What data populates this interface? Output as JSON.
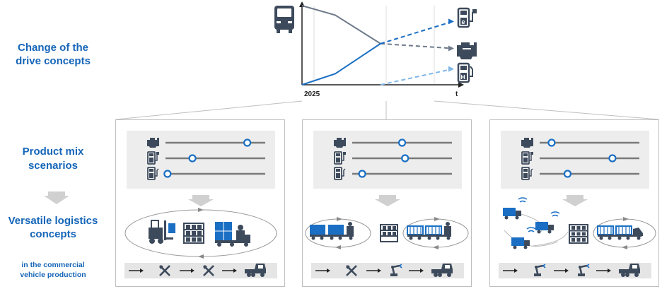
{
  "labels": {
    "change_drive": [
      "Change of the",
      "drive concepts"
    ],
    "product_mix": [
      "Product mix",
      "scenarios"
    ],
    "versatile": [
      "Versatile logistics",
      "concepts"
    ],
    "commercial": [
      "in the commercial",
      "vehicle production"
    ]
  },
  "chart_data": {
    "type": "line",
    "title": "Change of the drive concepts",
    "x_tick_labels": [
      "2025",
      "t"
    ],
    "x": [
      0,
      1,
      2,
      3
    ],
    "series": [
      {
        "name": "combustion-engine",
        "values": [
          100,
          88,
          52,
          46
        ],
        "style": "solid-then-dashed",
        "color": "#6d7a8a"
      },
      {
        "name": "battery-electric",
        "values": [
          0,
          14,
          52,
          80
        ],
        "style": "solid-then-dashed",
        "color": "#1a6fc4"
      },
      {
        "name": "hydrogen",
        "values": [
          null,
          null,
          0,
          20
        ],
        "style": "dashed",
        "color": "#7fb6e6"
      }
    ],
    "ylim": [
      0,
      100
    ],
    "icons": [
      "truck-icon",
      "battery-charger-icon",
      "engine-icon",
      "hydrogen-pump-icon"
    ]
  },
  "scenarios": [
    {
      "sliders": [
        {
          "icon": "engine-icon",
          "value": 0.82
        },
        {
          "icon": "battery-charger-icon",
          "value": 0.27
        },
        {
          "icon": "hydrogen-pump-icon",
          "value": 0.02
        }
      ],
      "logistics": "forklift-shelf-tugger-loop",
      "line_steps": [
        "tool-icon",
        "tool-icon",
        "truck-cab-icon"
      ]
    },
    {
      "sliders": [
        {
          "icon": "engine-icon",
          "value": 0.5
        },
        {
          "icon": "battery-charger-icon",
          "value": 0.53
        },
        {
          "icon": "hydrogen-pump-icon",
          "value": 0.1
        }
      ],
      "logistics": "tugger-shelf-tugger-loop",
      "line_steps": [
        "tool-icon",
        "robot-arm-icon",
        "truck-cab-icon"
      ]
    },
    {
      "sliders": [
        {
          "icon": "engine-icon",
          "value": 0.12
        },
        {
          "icon": "battery-charger-icon",
          "value": 0.73
        },
        {
          "icon": "hydrogen-pump-icon",
          "value": 0.28
        }
      ],
      "logistics": "agv-fleet-shelf-tugger-loop",
      "line_steps": [
        "robot-arm-icon",
        "robot-arm-icon",
        "truck-cab-icon"
      ]
    }
  ],
  "colors": {
    "accent": "#1565b8",
    "blue": "#1a6fc4",
    "grey": "#6d7a8a",
    "light": "#7fb6e6",
    "dark": "#3d4a5c"
  }
}
